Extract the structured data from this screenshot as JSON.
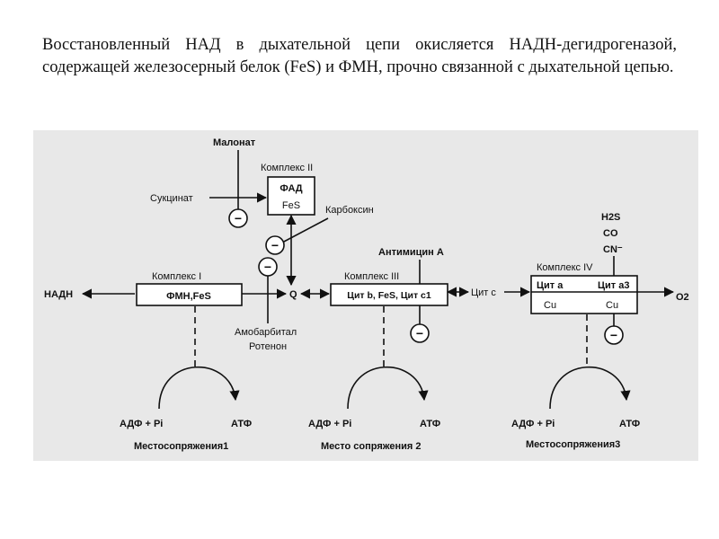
{
  "intro_text": "Восстановленный НАД в дыхательной цепи окисляется НАДН-дегидрогеназой, содержащей железосерный белок (FeS) и ФМН, прочно связанной с дыхательной цепью.",
  "diagram": {
    "malonate": "Малонат",
    "complex2_title": "Комплекс II",
    "complex2_line1": "ФАД",
    "complex2_line2": "FeS",
    "succinate": "Сукцинат",
    "carboxin": "Карбоксин",
    "antimycin": "Антимицин А",
    "h2s": "H2S",
    "co": "CO",
    "cn": "CN⁻",
    "complex1_title": "Комплекс I",
    "complex1_content": "ФМН,FeS",
    "nadh": "НАДН",
    "q": "Q",
    "complex3_title": "Комплекс III",
    "complex3_content": "Цит b, FeS, Цит c1",
    "cyt_c": "Цит с",
    "complex4_title": "Комплекс IV",
    "complex4_cyt_a": "Цит a",
    "complex4_cyt_a3": "Цит a3",
    "complex4_cu1": "Cu",
    "complex4_cu2": "Cu",
    "o2": "O2",
    "amobarbital": "Амобарбитал",
    "rotenone": "Ротенон",
    "inhibit_symbol": "−",
    "adp_pi": "АДФ + Pi",
    "atp": "АТФ",
    "site1": "Местосопряжения1",
    "site2": "Место сопряжения 2",
    "site3": "Местосопряжения3"
  }
}
